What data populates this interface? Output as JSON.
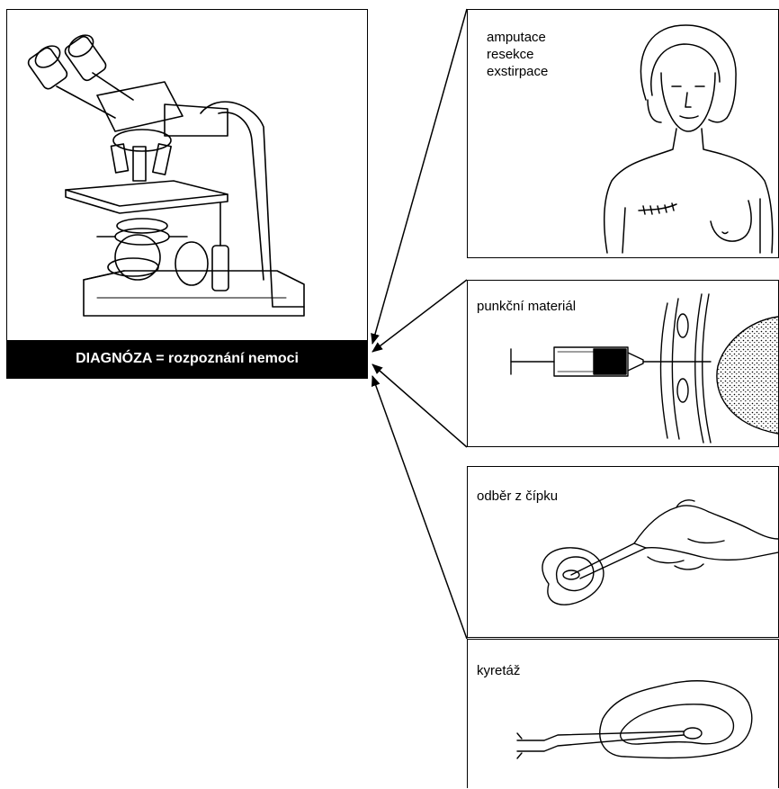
{
  "main": {
    "caption": "DIAGNÓZA = rozpoznání nemoci",
    "illustration": "microscope-icon"
  },
  "panels": [
    {
      "label": "amputace\nresekce\nexstirpace",
      "illustration": "torso-with-breast-scar-icon"
    },
    {
      "label": "punkční materiál",
      "illustration": "syringe-puncture-icon"
    },
    {
      "label": "odběr z čípku",
      "illustration": "cervix-biopsy-hand-icon"
    },
    {
      "label": "kyretáž",
      "illustration": "uterus-curettage-icon"
    }
  ]
}
